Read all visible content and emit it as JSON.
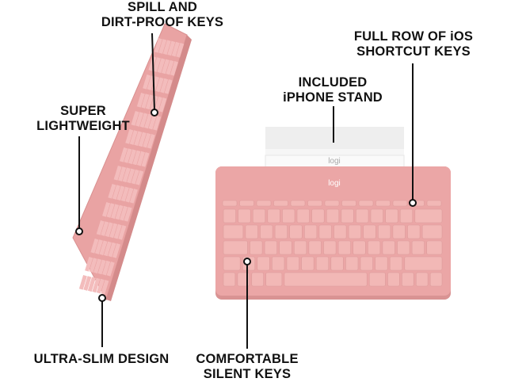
{
  "callouts": {
    "spill": [
      "SPILL AND",
      "DIRT-PROOF KEYS"
    ],
    "light": [
      "SUPER",
      "LIGHTWEIGHT"
    ],
    "slim": [
      "ULTRA-SLIM DESIGN"
    ],
    "stand": [
      "INCLUDED",
      "iPHONE STAND"
    ],
    "ios": [
      "FULL ROW OF iOS",
      "SHORTCUT KEYS"
    ],
    "silent": [
      "COMFORTABLE",
      "SILENT KEYS"
    ]
  },
  "brand": {
    "logo": "logi",
    "stand_logo": "logi"
  },
  "colors": {
    "keyboard": "#eba6a6",
    "key": "#f2b8b6",
    "line": "#111111"
  }
}
